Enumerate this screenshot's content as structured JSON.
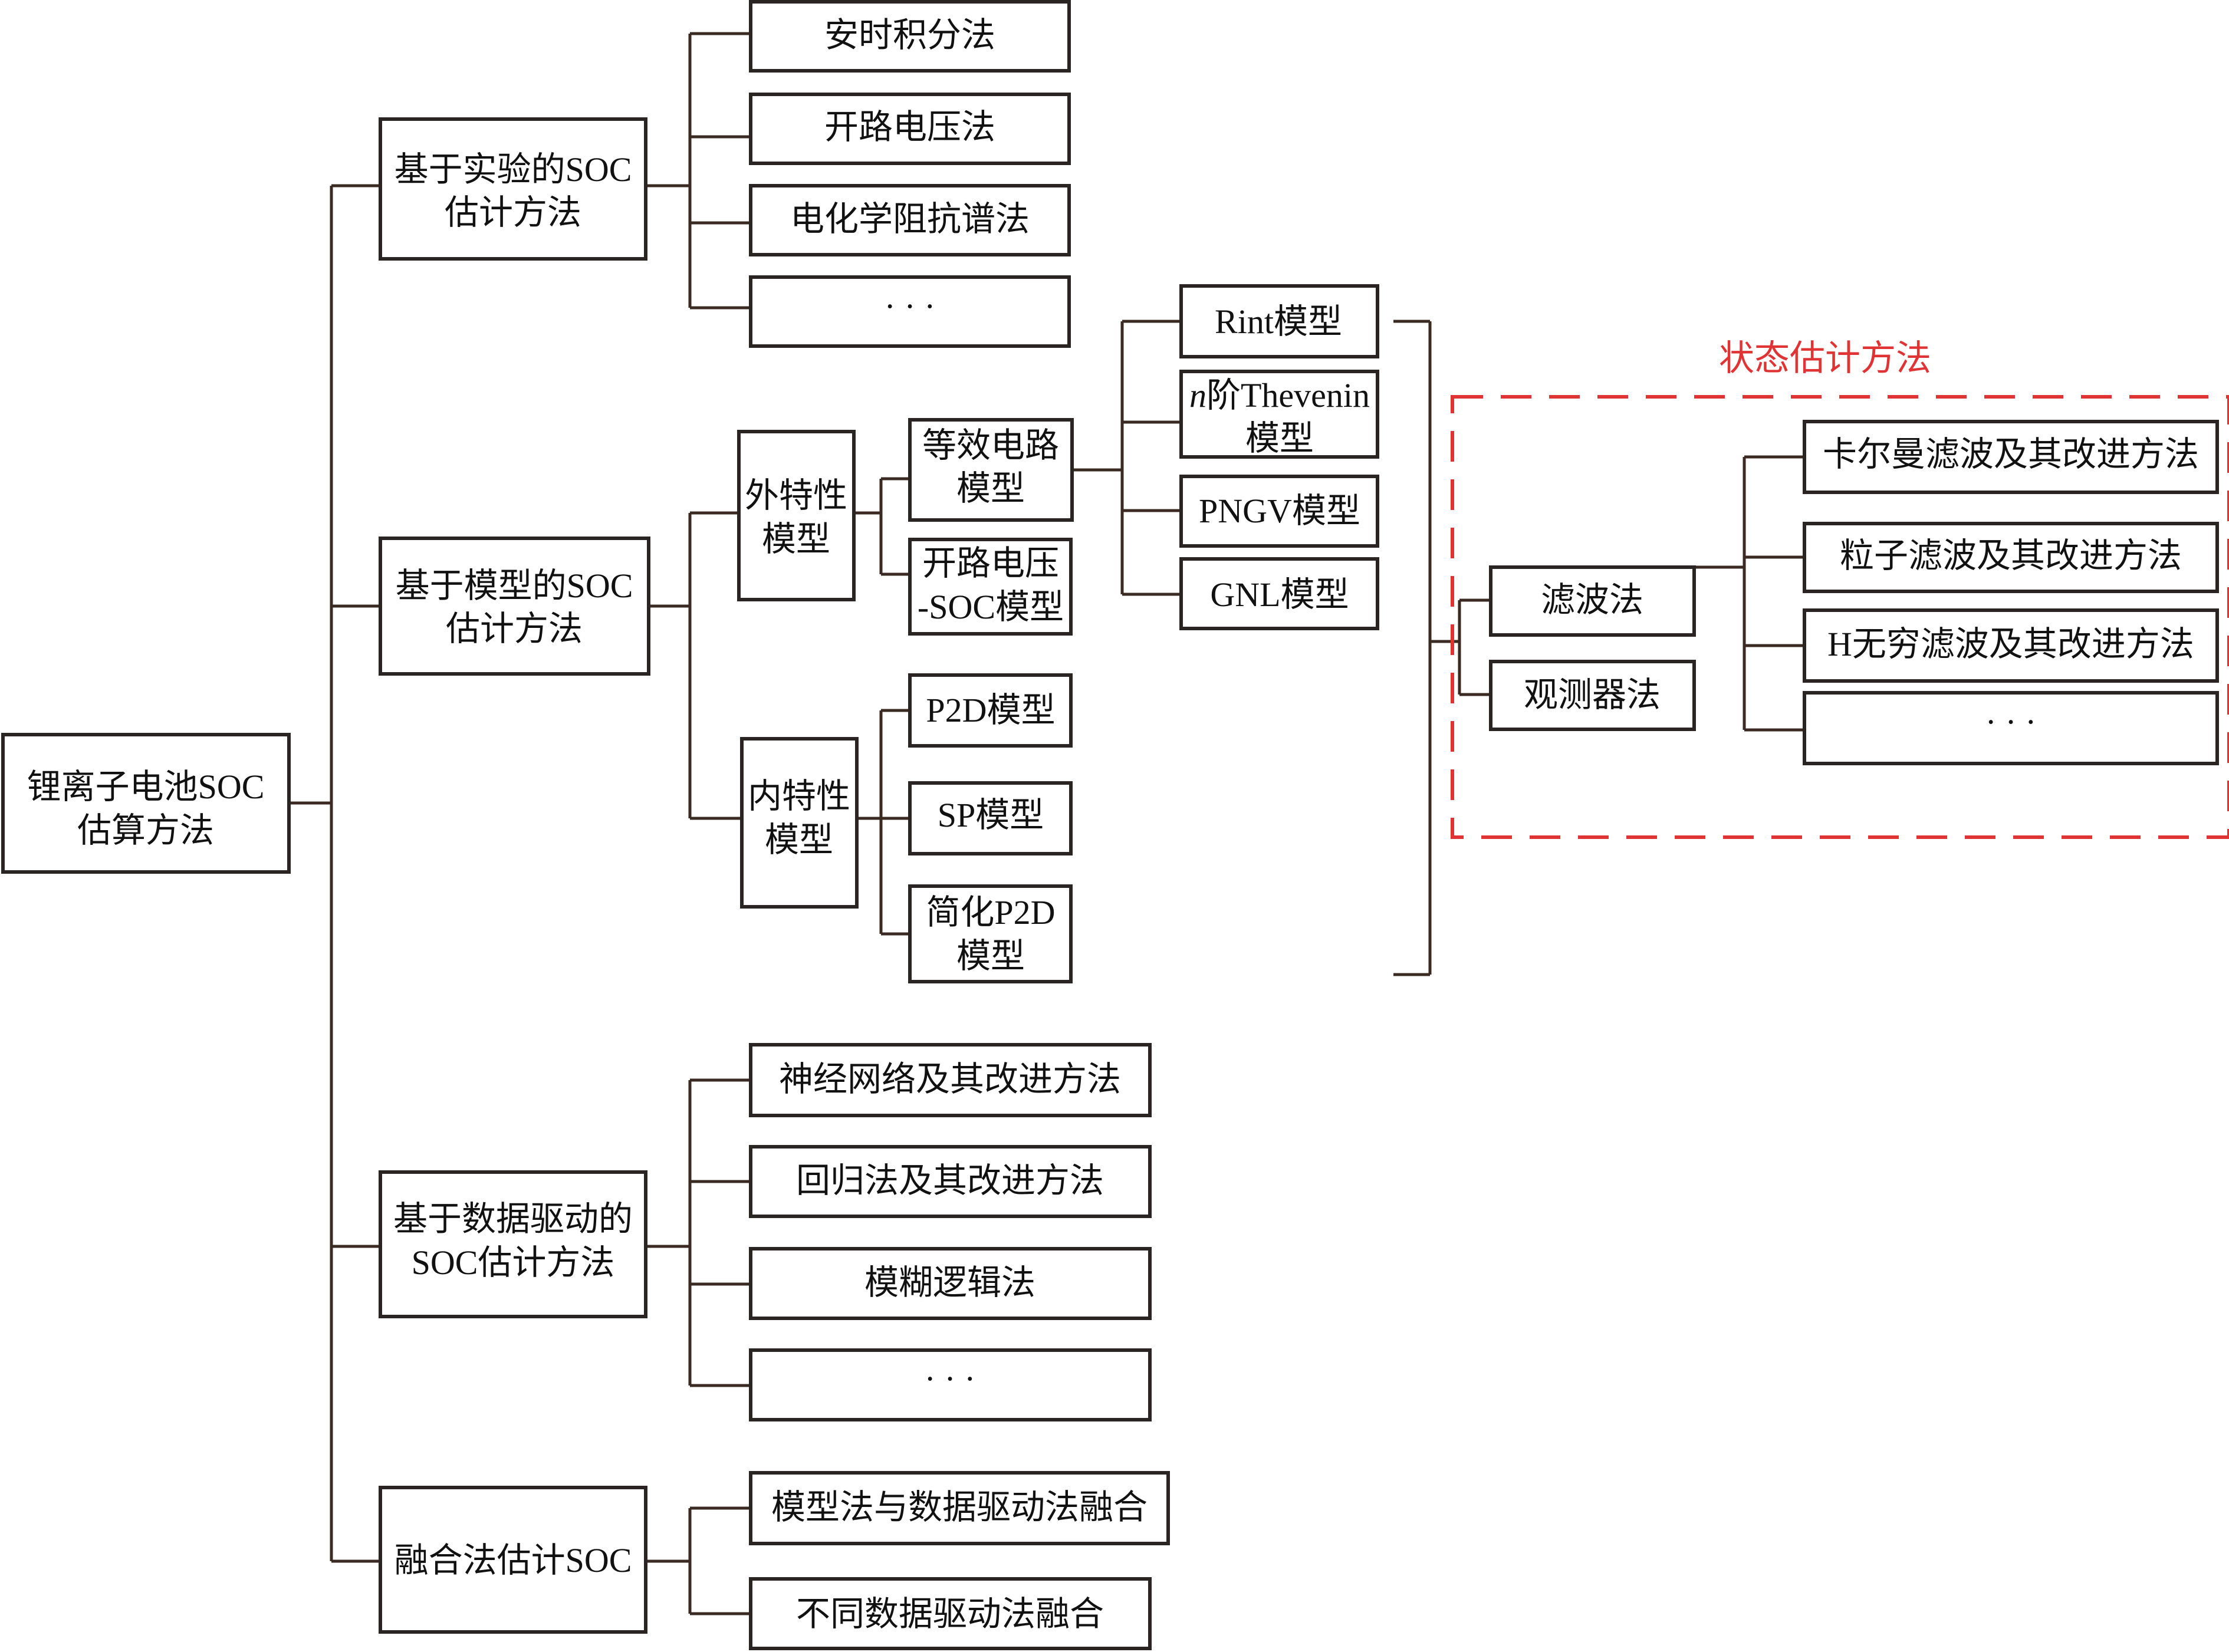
{
  "diagram": {
    "root": {
      "line1": "锂离子电池SOC",
      "line2": "估算方法"
    },
    "experimental": {
      "line1": "基于实验的SOC",
      "line2": "估计方法",
      "items": [
        "安时积分法",
        "开路电压法",
        "电化学阻抗谱法",
        "· · ·"
      ]
    },
    "model": {
      "line1": "基于模型的SOC",
      "line2": "估计方法",
      "external": {
        "line1": "外特性",
        "line2": "模型"
      },
      "internal": {
        "line1": "内特性",
        "line2": "模型"
      },
      "ecm": {
        "line1": "等效电路",
        "line2": "模型"
      },
      "ocv": {
        "line1": "开路电压",
        "line2": "-SOC模型"
      },
      "ecm_types": {
        "rint": "Rint模型",
        "thevenin_n": "n",
        "thevenin_rest": "阶Thevenin",
        "thevenin_line2": "模型",
        "pngv": "PNGV模型",
        "gnl": "GNL模型"
      },
      "internal_items": {
        "p2d": "P2D模型",
        "sp": "SP模型",
        "sp2d_line1": "简化P2D",
        "sp2d_line2": "模型"
      }
    },
    "state_estimation": {
      "title": "状态估计方法",
      "filter": "滤波法",
      "observer": "观测器法",
      "filter_items": [
        "卡尔曼滤波及其改进方法",
        "粒子滤波及其改进方法",
        "H无穷滤波及其改进方法",
        "· · ·"
      ]
    },
    "data_driven": {
      "line1": "基于数据驱动的",
      "line2": "SOC估计方法",
      "items": [
        "神经网络及其改进方法",
        "回归法及其改进方法",
        "模糊逻辑法",
        "· · ·"
      ]
    },
    "fusion": {
      "label": "融合法估计SOC",
      "items": [
        "模型法与数据驱动法融合",
        "不同数据驱动法融合"
      ]
    }
  },
  "colors": {
    "stroke": "#2a2522",
    "group": "#e03434"
  }
}
